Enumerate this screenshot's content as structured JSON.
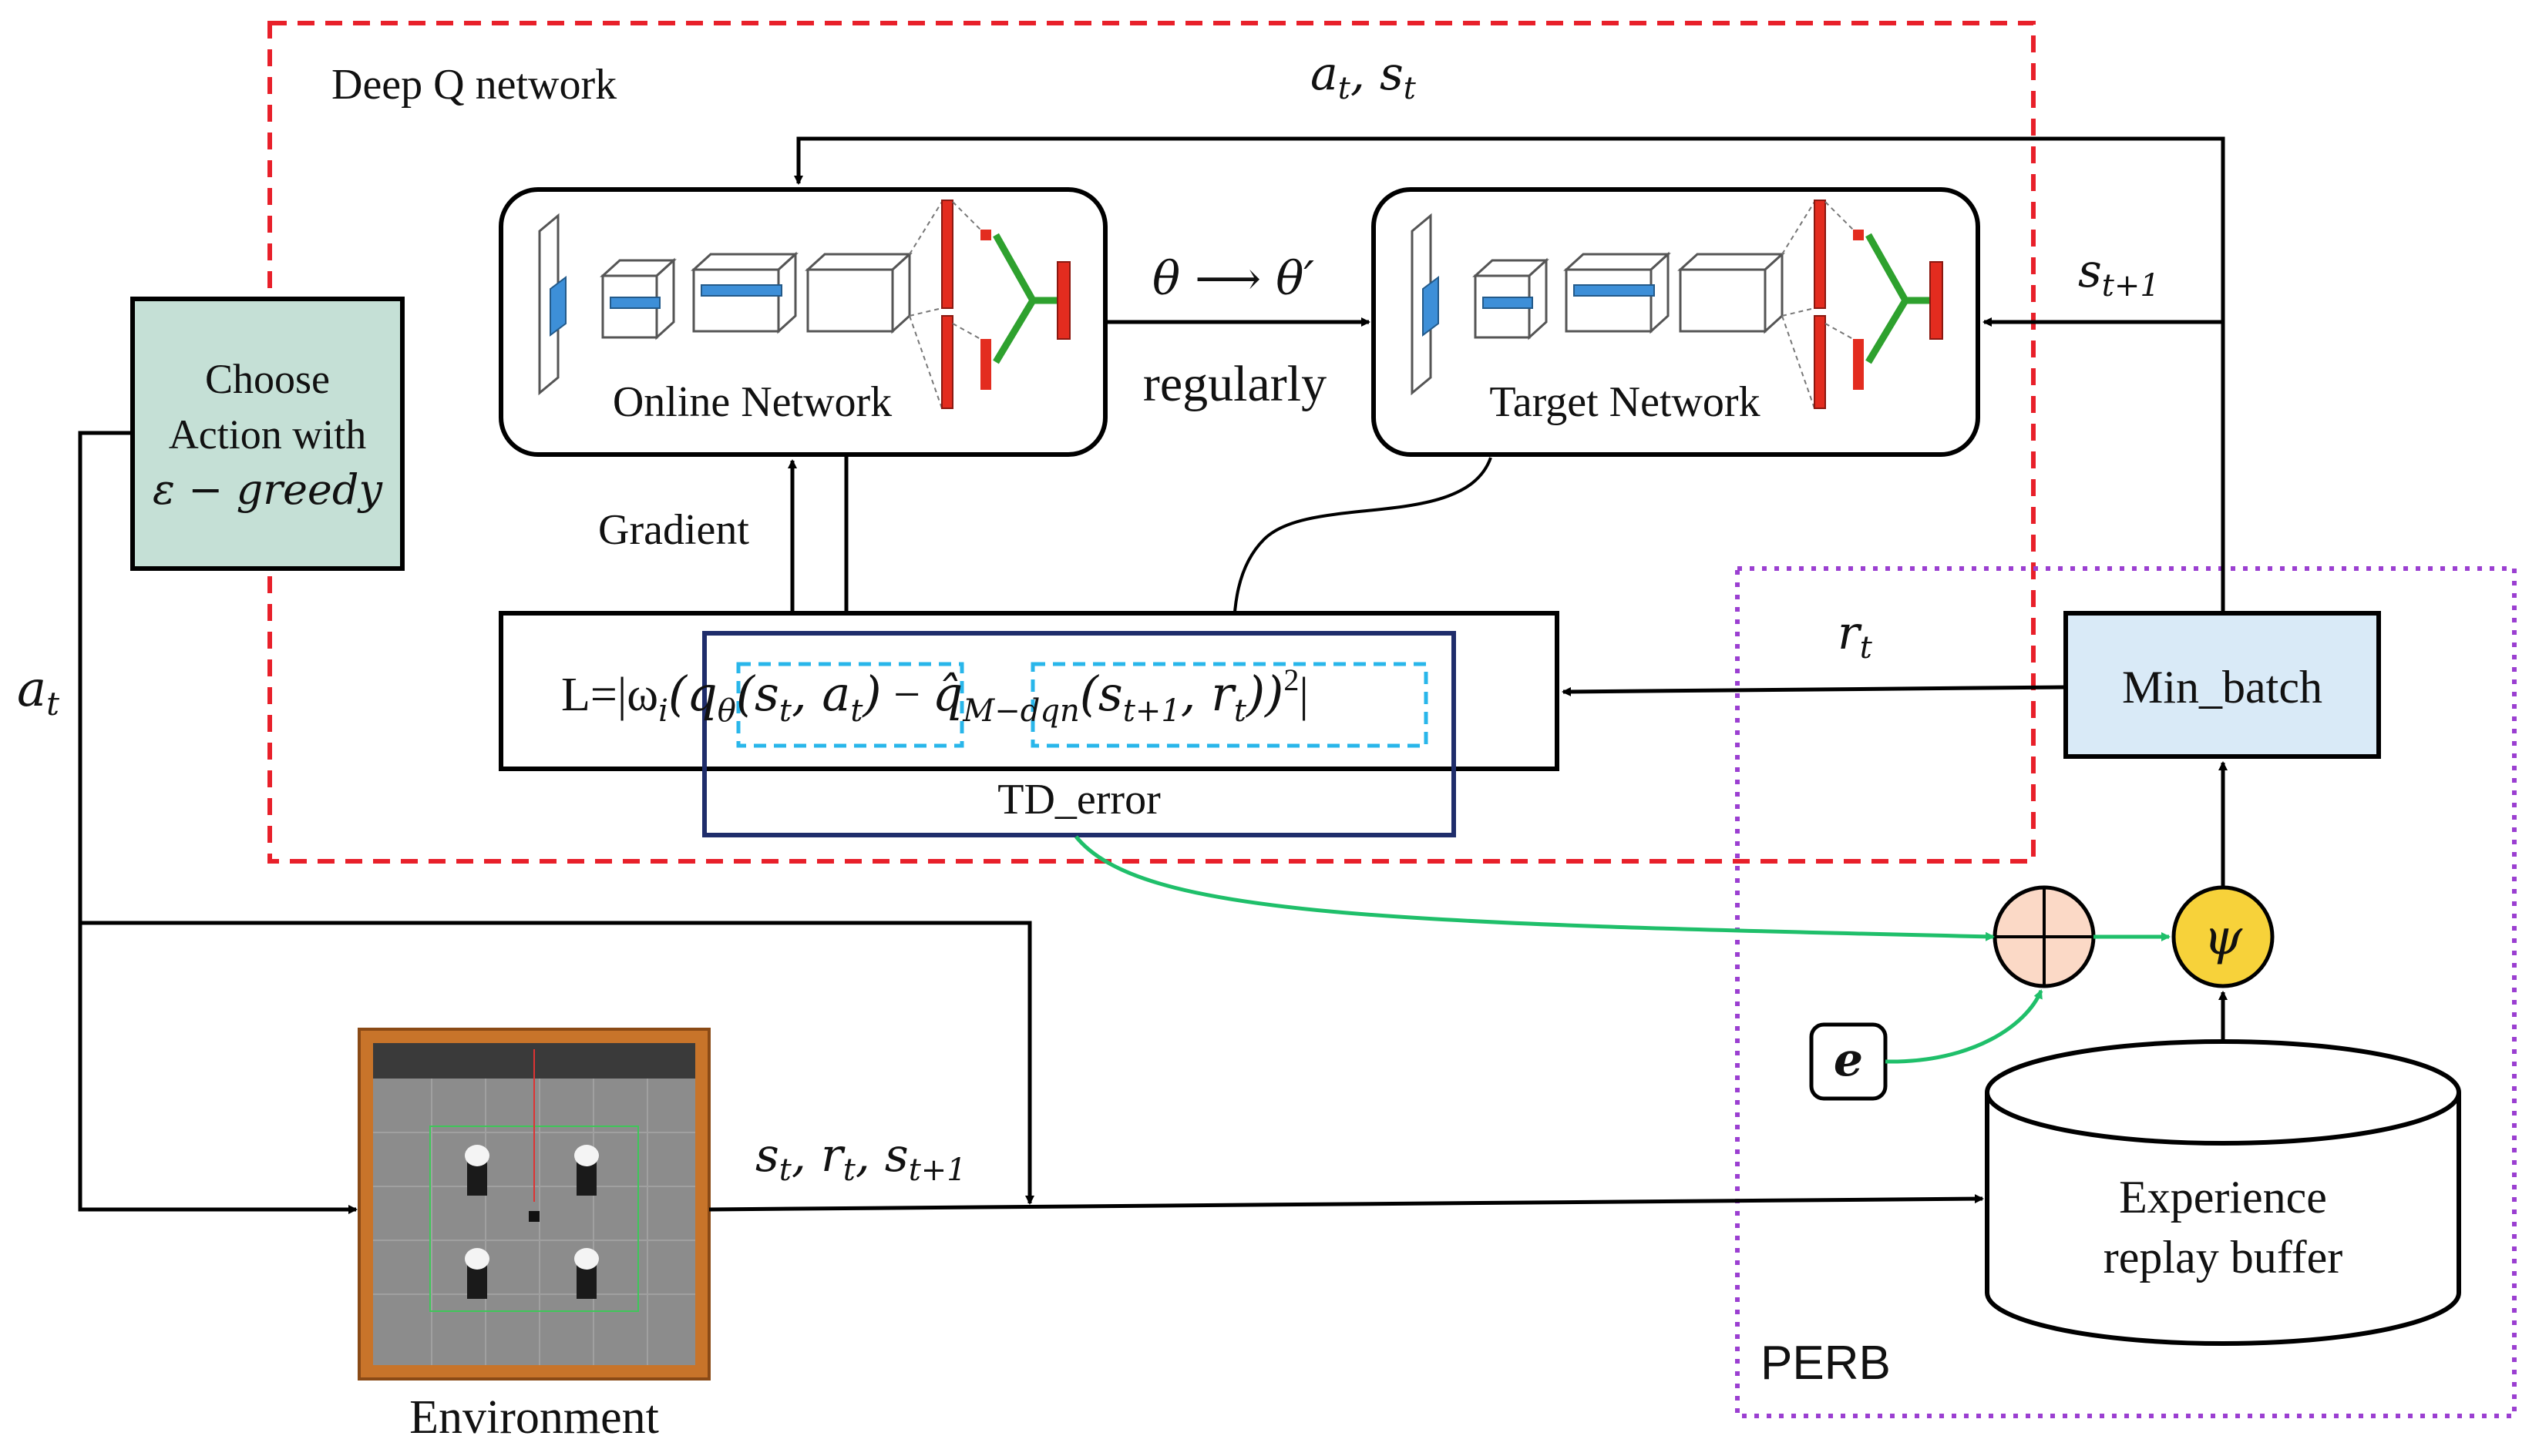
{
  "regions": {
    "dqn_label": "Deep Q network",
    "perb_label": "PERB"
  },
  "blocks": {
    "choose_action_line1": "Choose",
    "choose_action_line2": "Action with",
    "choose_action_line3": "ε − greedy",
    "online_network": "Online Network",
    "target_network": "Target Network",
    "min_batch": "Min_batch",
    "buffer_line1": "Experience",
    "buffer_line2": "replay buffer",
    "environment": "Environment",
    "e_node": "e",
    "psi_node": "ψ"
  },
  "loss": {
    "prefix": "L=|ω",
    "sub_i": "i",
    "q_theta": "(q",
    "sub_theta": "θ",
    "q_args": "(s",
    "sub_t1": "t",
    "q_args2": ", a",
    "sub_t2": "t",
    "q_close": ")",
    "minus": " − ",
    "qhat": "q̂",
    "sub_mdqn": "M−dqn",
    "qhat_args": "(s",
    "sub_t3": "t+1",
    "qhat_args2": ", r",
    "sub_t4": "t",
    "suffix": "))",
    "sup_2": "2",
    "end": "|",
    "td_error": "TD_error"
  },
  "edge_labels": {
    "at_st": "a",
    "at_st_sub": "t",
    "at_st_mid": ", s",
    "at_st_sub2": "t",
    "theta": "θ ⟶ θ′",
    "regularly": "regularly",
    "gradient": "Gradient",
    "st1": "s",
    "st1_sub": "t+1",
    "rt": "r",
    "rt_sub": "t",
    "at_left": "a",
    "at_left_sub": "t",
    "srs": "s",
    "srs_sub1": "t",
    "srs_mid1": ", r",
    "srs_sub2": "t",
    "srs_mid2": ", s",
    "srs_sub3": "t+1"
  },
  "colors": {
    "dqn_border": "#e8202a",
    "perb_border": "#9b3fd1",
    "choose_fill": "#c5e0d6",
    "min_batch_fill": "#d9eaf7",
    "td_border": "#1f2d6b",
    "dashed_cyan": "#29b6ea",
    "green_arrow": "#1fbf6a",
    "plus_fill": "#fbd9c6",
    "psi_fill": "#f7d23a",
    "net_blue": "#3d8fd8",
    "net_red": "#e32c1f",
    "net_green": "#2ea12e"
  }
}
